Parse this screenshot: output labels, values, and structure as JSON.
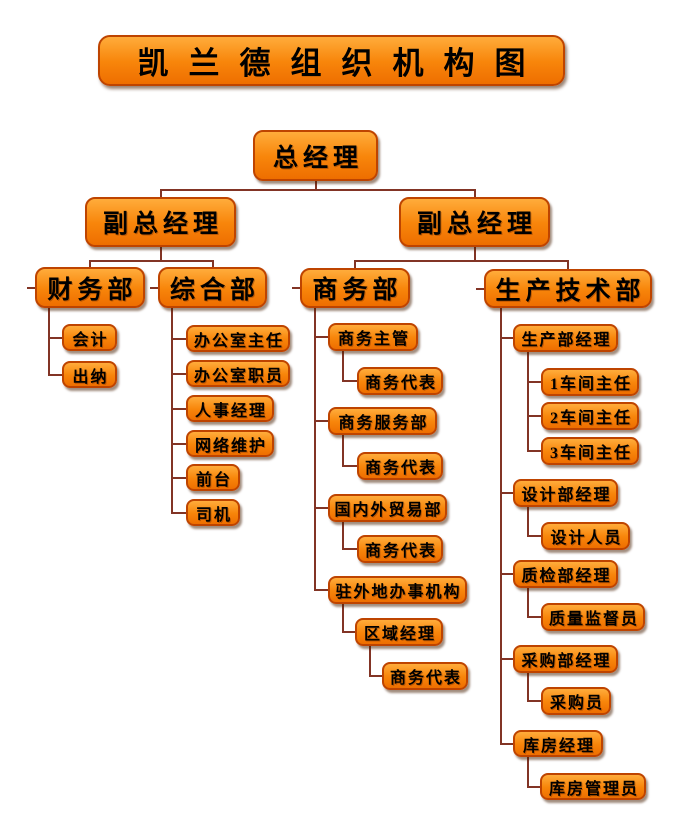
{
  "title": {
    "text": "凯兰德组织机构图"
  },
  "colors": {
    "background": "#FFFFFF",
    "node_gradient_top": "#FFAC3B",
    "node_gradient_mid": "#F8860B",
    "node_gradient_bottom": "#EE6E00",
    "node_border": "#BE4400",
    "connector": "#823425",
    "text": "#000000"
  },
  "org": {
    "id": "general-manager",
    "label": "总经理",
    "children": [
      {
        "id": "deputy-general-manager-left",
        "label": "副总经理",
        "children": [
          {
            "id": "finance-dept",
            "label": "财务部",
            "children": [
              {
                "id": "accountant",
                "label": "会计"
              },
              {
                "id": "cashier",
                "label": "出纳"
              }
            ]
          },
          {
            "id": "general-affairs-dept",
            "label": "综合部",
            "children": [
              {
                "id": "office-director",
                "label": "办公室主任"
              },
              {
                "id": "office-clerk",
                "label": "办公室职员"
              },
              {
                "id": "hr-manager",
                "label": "人事经理"
              },
              {
                "id": "network-maintenance",
                "label": "网络维护"
              },
              {
                "id": "front-desk",
                "label": "前台"
              },
              {
                "id": "driver",
                "label": "司机"
              }
            ]
          }
        ]
      },
      {
        "id": "deputy-general-manager-right",
        "label": "副总经理",
        "children": [
          {
            "id": "business-dept",
            "label": "商务部",
            "children": [
              {
                "id": "business-supervisor",
                "label": "商务主管",
                "children": [
                  {
                    "id": "business-rep-1",
                    "label": "商务代表"
                  }
                ]
              },
              {
                "id": "business-service-dept",
                "label": "商务服务部",
                "children": [
                  {
                    "id": "business-rep-2",
                    "label": "商务代表"
                  }
                ]
              },
              {
                "id": "domestic-foreign-trade-dept",
                "label": "国内外贸易部",
                "children": [
                  {
                    "id": "business-rep-3",
                    "label": "商务代表"
                  }
                ]
              },
              {
                "id": "field-offices",
                "label": "驻外地办事机构",
                "children": [
                  {
                    "id": "regional-manager",
                    "label": "区域经理",
                    "children": [
                      {
                        "id": "business-rep-4",
                        "label": "商务代表"
                      }
                    ]
                  }
                ]
              }
            ]
          },
          {
            "id": "production-tech-dept",
            "label": "生产技术部",
            "children": [
              {
                "id": "production-dept-manager",
                "label": "生产部经理",
                "children": [
                  {
                    "id": "workshop-1-director",
                    "label": "1车间主任"
                  },
                  {
                    "id": "workshop-2-director",
                    "label": "2车间主任"
                  },
                  {
                    "id": "workshop-3-director",
                    "label": "3车间主任"
                  }
                ]
              },
              {
                "id": "design-dept-manager",
                "label": "设计部经理",
                "children": [
                  {
                    "id": "design-staff",
                    "label": "设计人员"
                  }
                ]
              },
              {
                "id": "qc-dept-manager",
                "label": "质检部经理",
                "children": [
                  {
                    "id": "quality-supervisor",
                    "label": "质量监督员"
                  }
                ]
              },
              {
                "id": "purchasing-dept-manager",
                "label": "采购部经理",
                "children": [
                  {
                    "id": "purchaser",
                    "label": "采购员"
                  }
                ]
              },
              {
                "id": "warehouse-manager",
                "label": "库房经理",
                "children": [
                  {
                    "id": "warehouse-admin",
                    "label": "库房管理员"
                  }
                ]
              }
            ]
          }
        ]
      }
    ]
  }
}
